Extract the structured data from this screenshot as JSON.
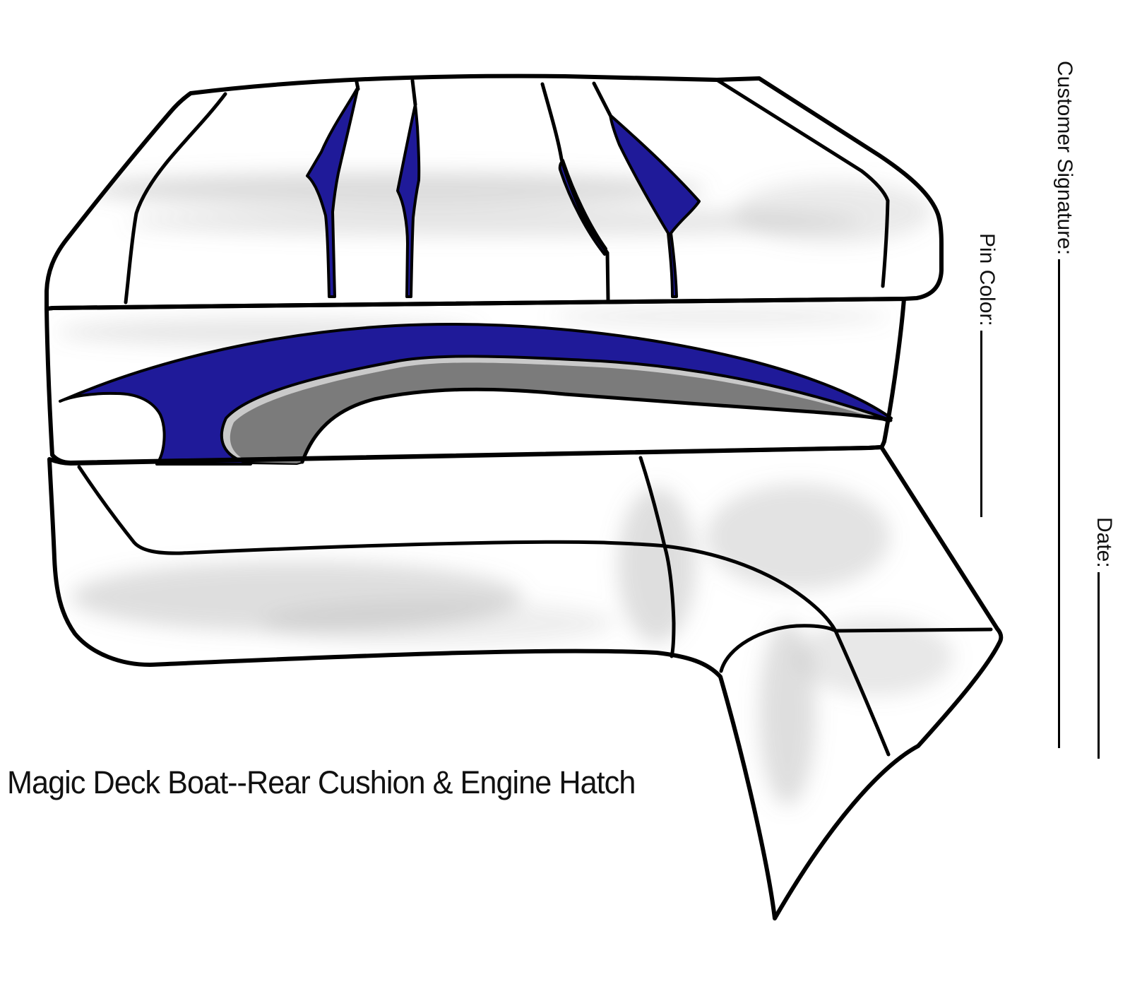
{
  "title": "Magic Deck Boat--Rear Cushion & Engine Hatch",
  "form": {
    "customer_signature_label": "Customer Signature:",
    "pin_color_label": "Pin Color:",
    "date_label": "Date:"
  },
  "drawing": {
    "subject": "Rear cushion and engine hatch line drawing with accent stripes",
    "accent_navy": "#1f1a99",
    "swoosh_gray": "#7b7b7b",
    "swoosh_silver": "#c9c9c9",
    "outline_color": "#000000",
    "background": "#ffffff"
  }
}
